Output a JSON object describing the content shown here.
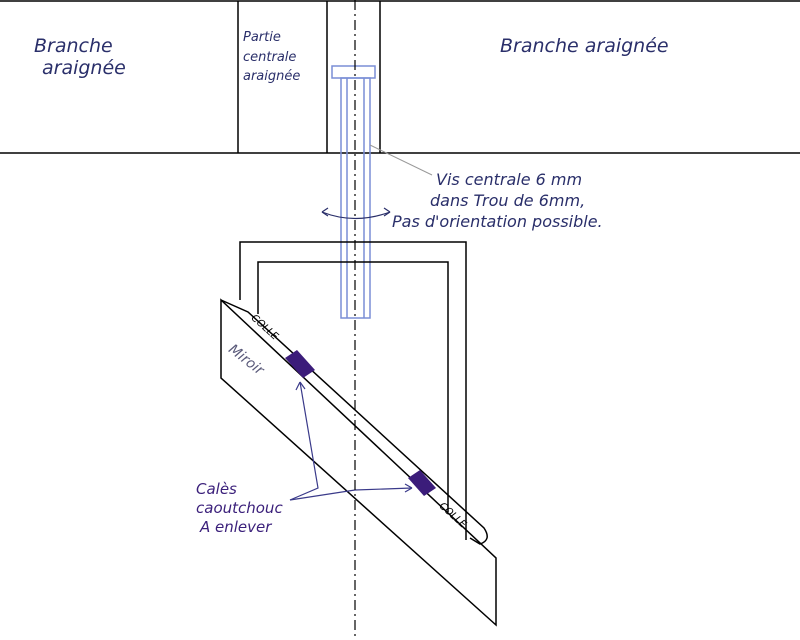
{
  "labels": {
    "left_branch": [
      "Branche",
      "araignée"
    ],
    "center_part": [
      "Partie",
      "centrale",
      "araignée"
    ],
    "right_branch": "Branche araignée",
    "screw_note": [
      "Vis centrale 6 mm",
      "dans Trou de 6mm,",
      "Pas d'orientation possible."
    ],
    "glue_top": "COLLE",
    "glue_bottom": "COLLE",
    "mirror": "Miroir",
    "shims": [
      "Calès",
      "caoutchouc",
      "A enlever"
    ]
  },
  "colors": {
    "ink": "#000000",
    "screw": "#7a8ed6",
    "shim": "#3b1c7a",
    "annotation": "#2a2f6a"
  }
}
